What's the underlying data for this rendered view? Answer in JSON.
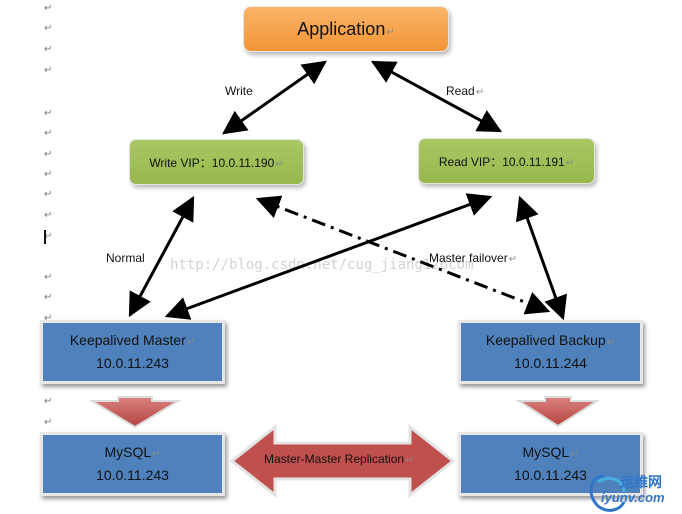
{
  "app_label": "Application",
  "write_vip": "Write VIP：10.0.11.190",
  "read_vip": "Read VIP：10.0.11.191",
  "write_label": "Write",
  "read_label": "Read",
  "normal_label": "Normal",
  "failover_label": "Master failover",
  "master_title": "Keepalived Master",
  "master_ip": "10.0.11.243",
  "backup_title": "Keepalived Backup",
  "backup_ip": "10.0.11.244",
  "mysql_left_title": "MySQL",
  "mysql_left_ip": "10.0.11.243",
  "mysql_right_title": "MySQL",
  "mysql_right_ip": "10.0.11.243",
  "replication_label": "Master-Master Replication",
  "watermark": "http://blog.csdn.net/cug_jiang126com",
  "logo_cn": "运维网",
  "logo_en": "iyunv.com",
  "colors": {
    "application": "#f79646",
    "vip": "#9bbb59",
    "node": "#4f81bd",
    "arrow": "#c0504d"
  }
}
